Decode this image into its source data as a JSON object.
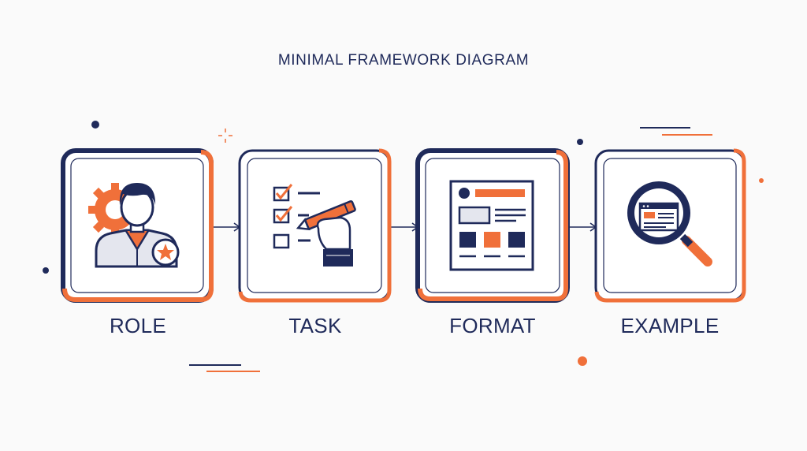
{
  "title": "MINIMAL FRAMEWORK DIAGRAM",
  "colors": {
    "navy": "#1f2a5a",
    "orange": "#f0703a",
    "background": "#fafafa"
  },
  "steps": [
    {
      "label": "ROLE",
      "icon": "person-gear-star-icon"
    },
    {
      "label": "TASK",
      "icon": "checklist-pencil-icon"
    },
    {
      "label": "FORMAT",
      "icon": "document-layout-icon"
    },
    {
      "label": "EXAMPLE",
      "icon": "magnifier-webpage-icon"
    }
  ]
}
